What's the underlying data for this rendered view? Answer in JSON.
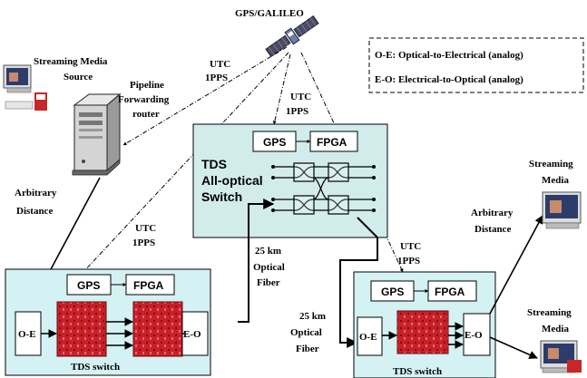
{
  "satellite": {
    "label": "GPS/GALILEO"
  },
  "legend": {
    "line1": "O-E: Optical-to-Electrical (analog)",
    "line2": "E-O: Electrical-to-Optical (analog)"
  },
  "source": {
    "label_line1": "Streaming Media",
    "label_line2": "Source"
  },
  "router": {
    "label_line1": "Pipeline",
    "label_line2": "Forwarding",
    "label_line3": "router"
  },
  "sync_labels": {
    "router_utc": "UTC",
    "router_pps": "1PPS",
    "optical_utc": "UTC",
    "optical_pps": "1PPS",
    "left_switch_utc": "UTC",
    "left_switch_pps": "1PPS",
    "right_switch_utc": "UTC",
    "right_switch_pps": "1PPS"
  },
  "distance_left": {
    "line1": "Arbitrary",
    "line2": "Distance"
  },
  "distance_right": {
    "line1": "Arbitrary",
    "line2": "Distance"
  },
  "optical_switch": {
    "gps": "GPS",
    "fpga": "FPGA",
    "title_line1": "TDS",
    "title_line2": "All-optical",
    "title_line3": "Switch"
  },
  "fiber_left": {
    "line1": "25 km",
    "line2": "Optical",
    "line3": "Fiber"
  },
  "fiber_right": {
    "line1": "25 km",
    "line2": "Optical",
    "line3": "Fiber"
  },
  "left_switch": {
    "gps": "GPS",
    "fpga": "FPGA",
    "oe": "O-E",
    "eo": "E-O",
    "caption": "TDS switch"
  },
  "right_switch": {
    "gps": "GPS",
    "fpga": "FPGA",
    "oe": "O-E",
    "eo": "E-O",
    "caption": "TDS switch"
  },
  "sink_top": {
    "line1": "Streaming",
    "line2": "Media"
  },
  "sink_bottom": {
    "line1": "Streaming",
    "line2": "Media"
  },
  "colors": {
    "switch_fill": "#d4f1f4",
    "optical_fill": "#d2ecec",
    "board_red": "#c8202a"
  }
}
